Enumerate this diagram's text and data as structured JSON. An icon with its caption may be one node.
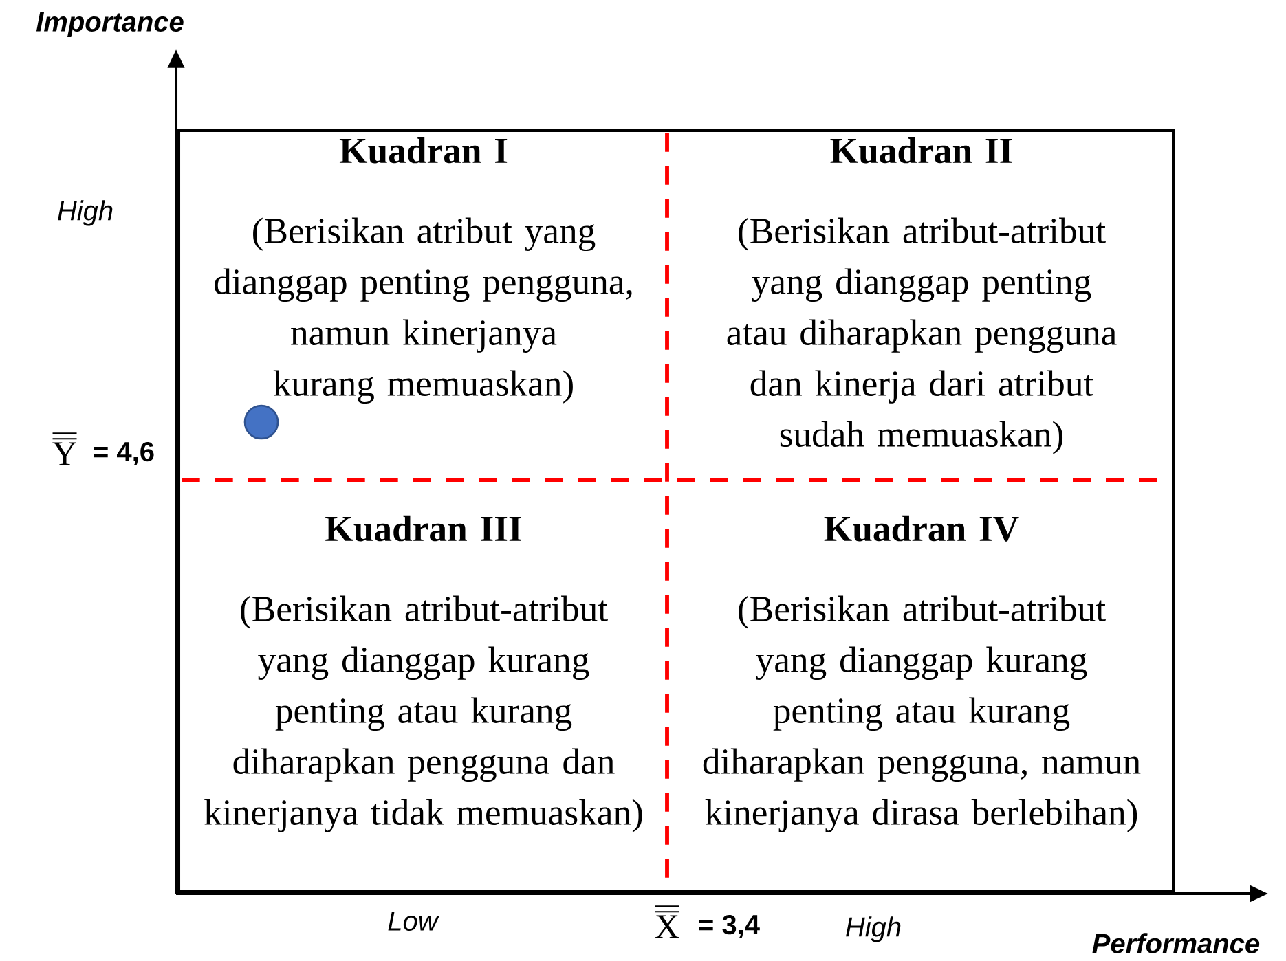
{
  "diagram": {
    "nodes": [
      {
        "text": [
          "Kuadran I",
          "(Berisikan atribut yang dianggap penting pengguna, namun kinerjanya kurang memuaskan)"
        ]
      },
      {
        "text": [
          "Kuadran II",
          "(Berisikan atribut-atribut yang dianggap penting atau diharapkan pengguna dan kinerja dari atribut sudah memuaskan)"
        ]
      },
      {
        "text": [
          "Kuadran III",
          "(Berisikan atribut-atribut yang dianggap kurang penting atau kurang diharapkan pengguna dan kinerjanya tidak memuaskan)"
        ]
      },
      {
        "text": [
          "Kuadran IV",
          "(Berisikan atribut-atribut yang dianggap kurang penting atau kurang diharapkan pengguna, namun kinerjanya dirasa berlebihan)"
        ]
      }
    ],
    "labels": [
      "Importance",
      "High",
      "Y",
      "= 4,6",
      "Low",
      "X",
      "= 3,4",
      "High",
      "Performance"
    ]
  }
}
